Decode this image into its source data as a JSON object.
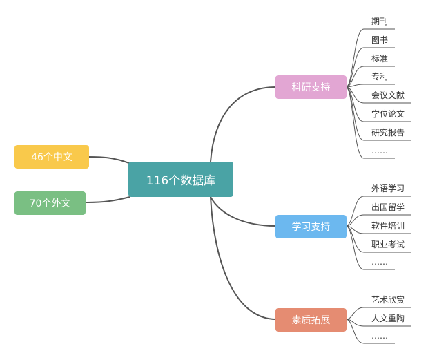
{
  "center": {
    "label": "116个数据库",
    "color": "#4aa3a5",
    "text_color": "#ffffff"
  },
  "left_nodes": [
    {
      "label": "46个中文",
      "color": "#f9c94b",
      "text_color": "#ffffff"
    },
    {
      "label": "70个外文",
      "color": "#7abf83",
      "text_color": "#ffffff"
    }
  ],
  "branches": [
    {
      "label": "科研支持",
      "color": "#e2a6d3",
      "leaves": [
        "期刊",
        "图书",
        "标准",
        "专利",
        "会议文献",
        "学位论文",
        "研究报告",
        "……"
      ]
    },
    {
      "label": "学习支持",
      "color": "#6cb8ef",
      "leaves": [
        "外语学习",
        "出国留学",
        "软件培训",
        "职业考试",
        "……"
      ]
    },
    {
      "label": "素质拓展",
      "color": "#e58c72",
      "leaves": [
        "艺术欣赏",
        "人文重陶",
        "……"
      ]
    }
  ],
  "line_color": "#555555"
}
